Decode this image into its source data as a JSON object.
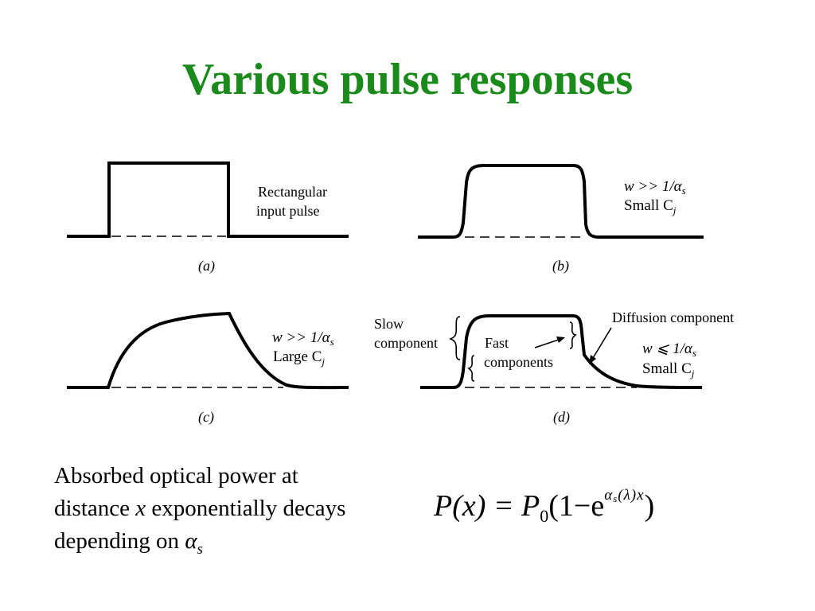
{
  "title": "Various pulse responses",
  "panels": {
    "a": {
      "caption": "(a)",
      "label_line1": "Rectangular",
      "label_line2": "input pulse"
    },
    "b": {
      "caption": "(b)",
      "condition": "w >> 1/α",
      "condition_sub": "s",
      "capacitance": "Small C",
      "capacitance_sub": "j"
    },
    "c": {
      "caption": "(c)",
      "condition": "w >> 1/α",
      "condition_sub": "s",
      "capacitance": "Large C",
      "capacitance_sub": "j"
    },
    "d": {
      "caption": "(d)",
      "slow_line1": "Slow",
      "slow_line2": "component",
      "fast_line1": "Fast",
      "fast_line2": "components",
      "diffusion": "Diffusion component",
      "condition": "w ⩽ 1/α",
      "condition_sub": "s",
      "capacitance": "Small C",
      "capacitance_sub": "j"
    }
  },
  "text": {
    "line1": "Absorbed optical power at",
    "line2_pre": "distance ",
    "line2_var": "x",
    "line2_post": " exponentially decays",
    "line3_pre": "depending on ",
    "line3_var": "α",
    "line3_sub": "s"
  },
  "formula": {
    "lhs": "P(x) = P",
    "p_sub": "0",
    "mid": "(1−e",
    "exp": "α",
    "exp_sub": "s",
    "exp_rest": "(λ)x",
    "close": ")"
  }
}
